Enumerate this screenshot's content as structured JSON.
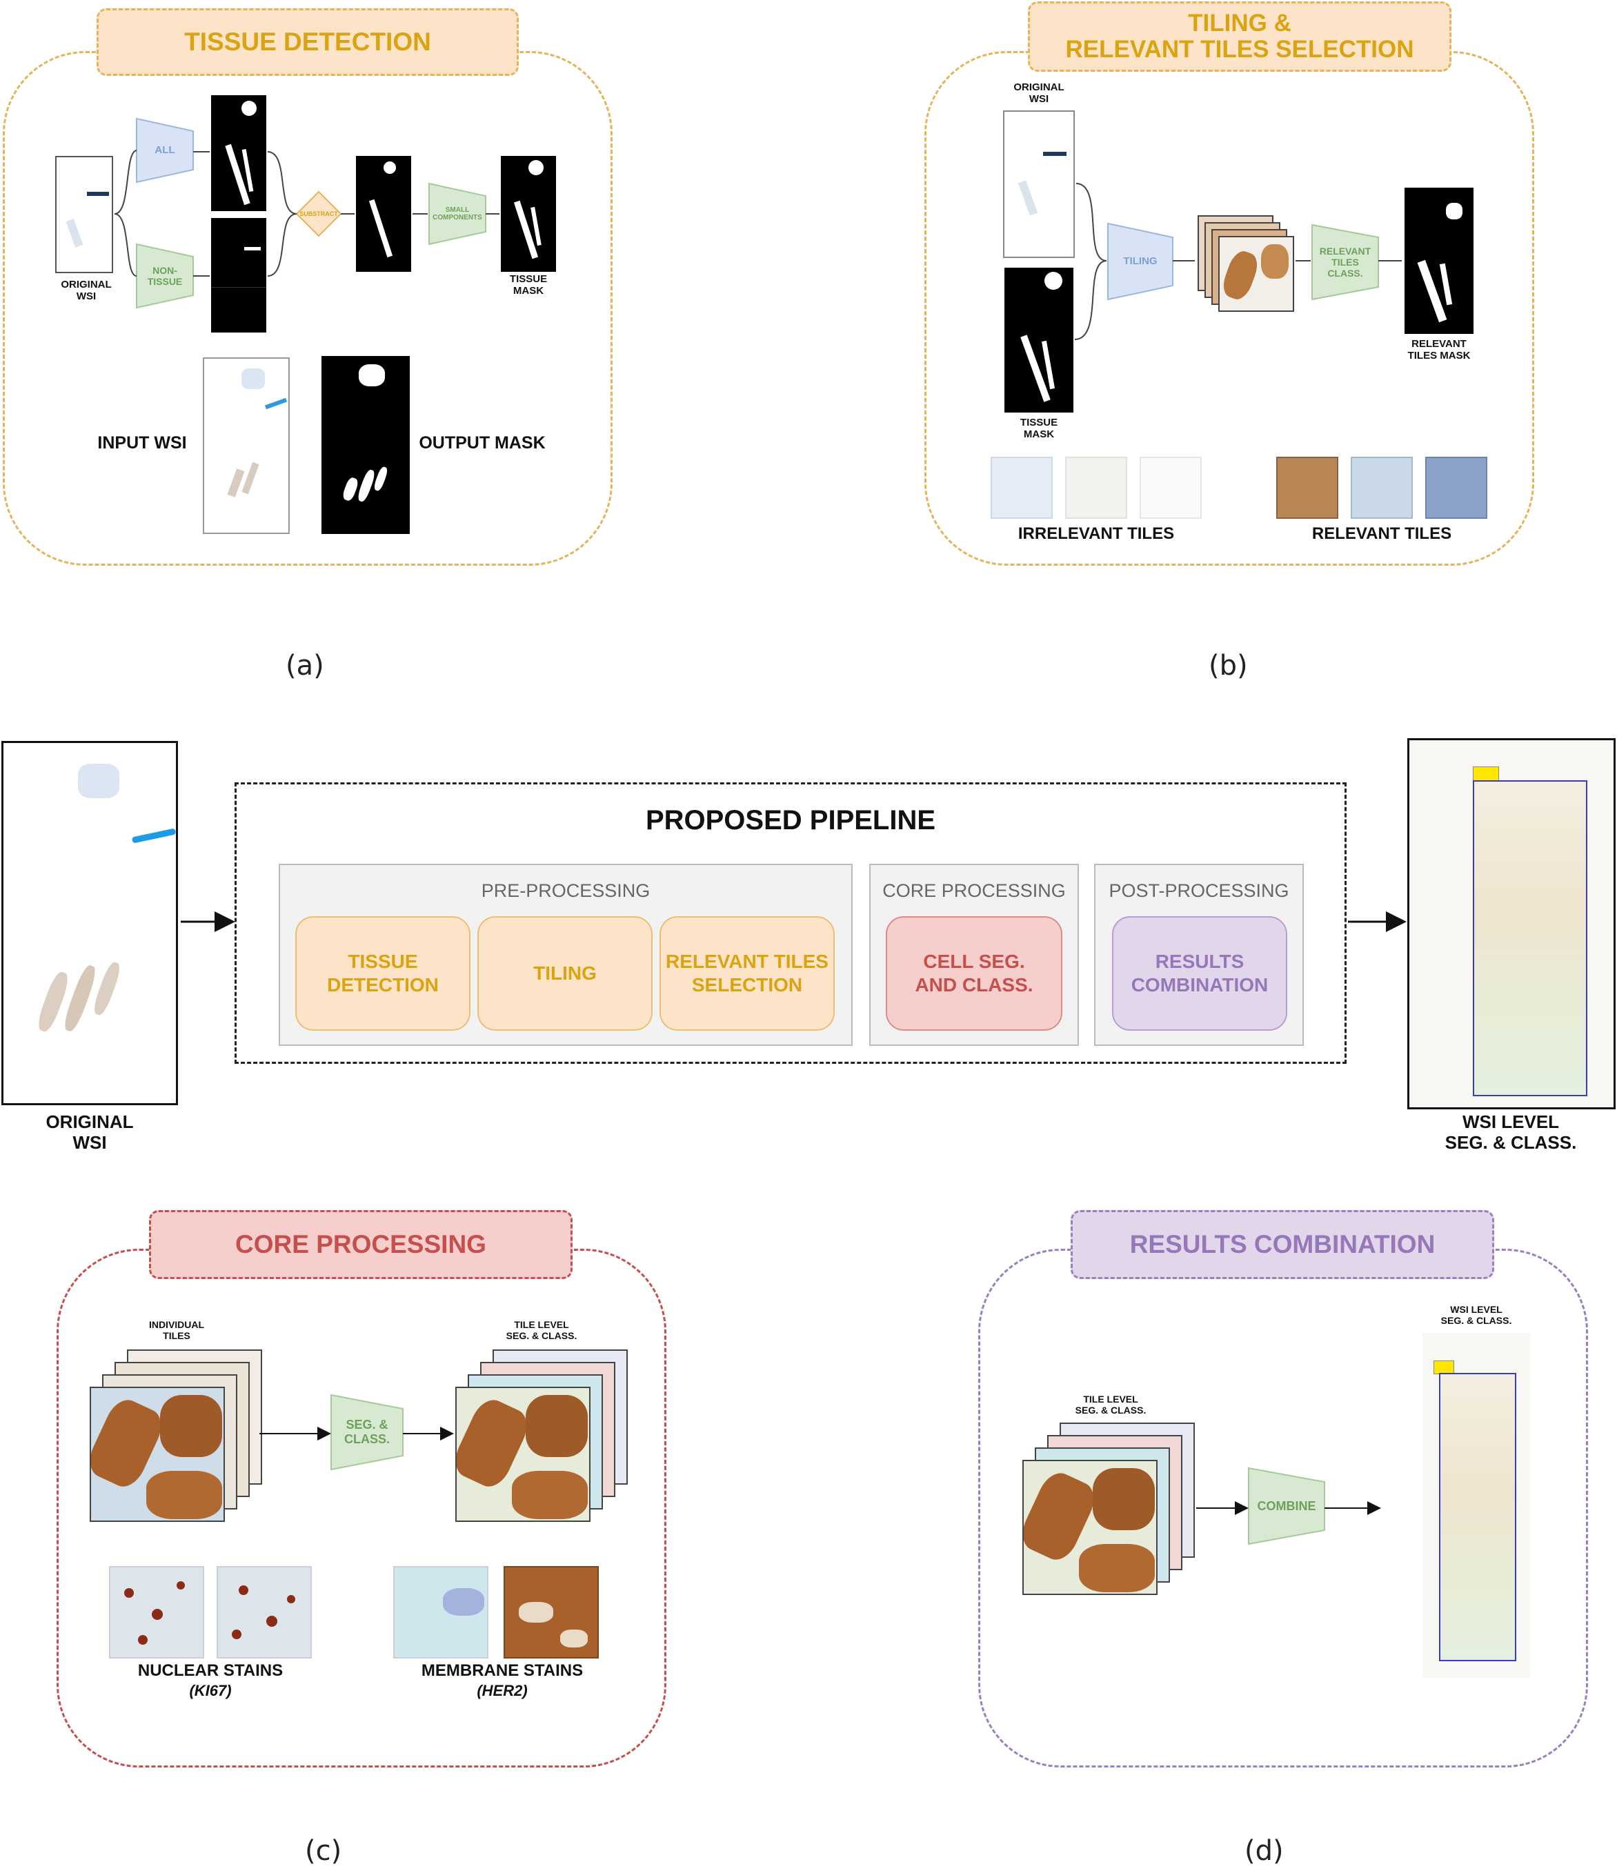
{
  "panel_a": {
    "title": "TISSUE DETECTION",
    "caption": "(a)",
    "original_wsi": "ORIGINAL\nWSI",
    "all_label": "ALL",
    "non_tissue_label": "NON-\nTISSUE",
    "subtract_label": "SUBSTRACT",
    "small_components_label": "SMALL\nCOMPONENTS",
    "tissue_mask_label": "TISSUE\nMASK",
    "input_wsi": "INPUT WSI",
    "output_mask": "OUTPUT MASK"
  },
  "panel_b": {
    "title": "TILING &\nRELEVANT TILES SELECTION",
    "caption": "(b)",
    "original_wsi": "ORIGINAL\nWSI",
    "tissue_mask": "TISSUE\nMASK",
    "tiling_label": "TILING",
    "relevant_tiles_class_label": "RELEVANT\nTILES\nCLASS.",
    "relevant_tiles_mask": "RELEVANT\nTILES MASK",
    "irrelevant_tiles": "IRRELEVANT TILES",
    "relevant_tiles": "RELEVANT TILES"
  },
  "pipeline": {
    "title": "PROPOSED PIPELINE",
    "original_wsi": "ORIGINAL\nWSI",
    "wsi_level": "WSI LEVEL\nSEG. & CLASS.",
    "pre_processing": "PRE-PROCESSING",
    "core_processing": "CORE PROCESSING",
    "post_processing": "POST-PROCESSING",
    "tissue_detection": "TISSUE\nDETECTION",
    "tiling": "TILING",
    "relevant_tiles_selection": "RELEVANT TILES\nSELECTION",
    "cell_seg": "CELL SEG.\nAND CLASS.",
    "results_combination": "RESULTS\nCOMBINATION"
  },
  "panel_c": {
    "title": "CORE PROCESSING",
    "caption": "(c)",
    "individual_tiles": "INDIVIDUAL\nTILES",
    "seg_class_label": "SEG. &\nCLASS.",
    "tile_level": "TILE LEVEL\nSEG. & CLASS.",
    "nuclear_stains": "NUCLEAR STAINS",
    "nuclear_sub": "(KI67)",
    "membrane_stains": "MEMBRANE STAINS",
    "membrane_sub": "(HER2)"
  },
  "panel_d": {
    "title": "RESULTS COMBINATION",
    "caption": "(d)",
    "tile_level": "TILE LEVEL\nSEG. & CLASS.",
    "combine_label": "COMBINE",
    "wsi_level": "WSI LEVEL\nSEG. & CLASS."
  },
  "colors": {
    "orange": "#d9a40f",
    "orange_fill": "#fde3c8",
    "blue_fill": "#d8e4f6",
    "blue_text": "#7e9fd3",
    "green_fill": "#d7ead1",
    "green_text": "#6ea05c",
    "red": "#c54f4c",
    "red_fill": "#f6cfcd",
    "purple": "#9677b8",
    "purple_fill": "#e2d6eb",
    "brown_stain": "#a8612b"
  }
}
